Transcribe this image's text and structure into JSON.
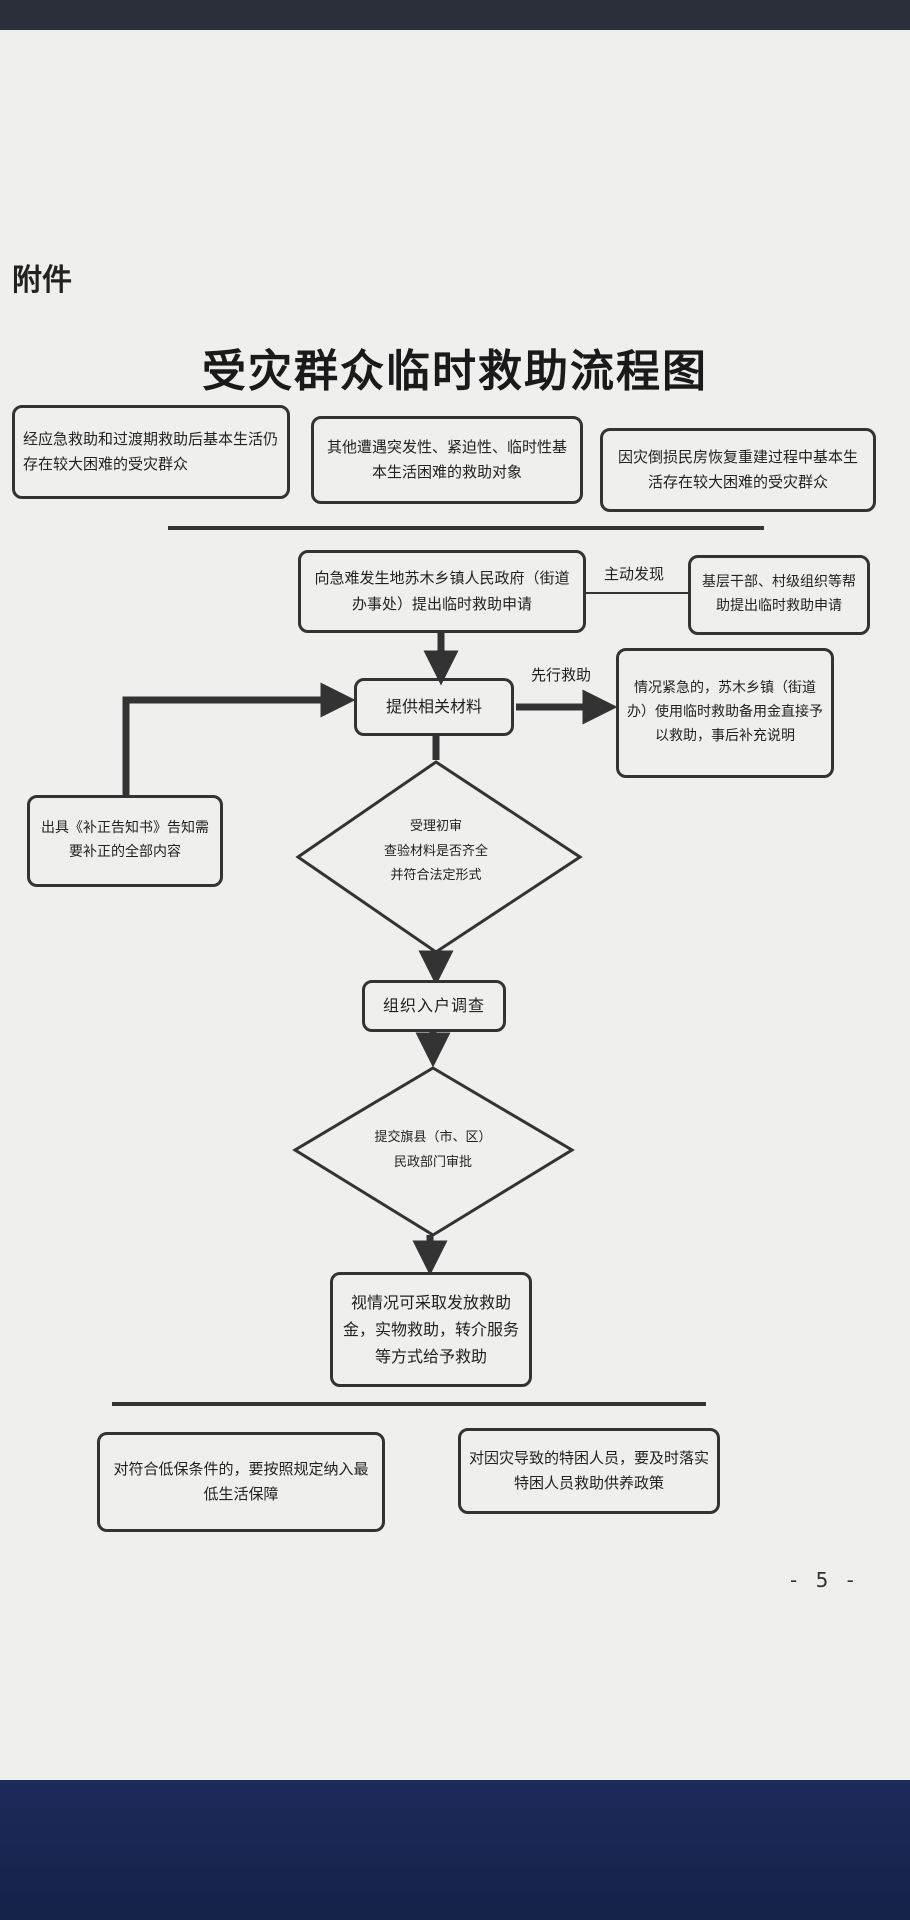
{
  "attachment_label": "附件",
  "title": "受灾群众临时救助流程图",
  "targets": [
    "经应急救助和过渡期救助后基本生活仍存在较大困难的受灾群众",
    "其他遭遇突发性、紧迫性、临时性基本生活困难的救助对象",
    "因灾倒损民房恢复重建过程中基本生活存在较大困难的受灾群众"
  ],
  "apply": "向急难发生地苏木乡镇人民政府（街道办事处）提出临时救助申请",
  "active_discovery_label": "主动发现",
  "grassroots": "基层干部、村级组织等帮助提出临时救助申请",
  "materials": "提供相关材料",
  "advance_rescue_label": "先行救助",
  "urgent": "情况紧急的，苏木乡镇（街道办）使用临时救助备用金直接予以救助，事后补充说明",
  "supplement": "出具《补正告知书》告知需要补正的全部内容",
  "review_lines": [
    "受理初审",
    "查验材料是否齐全",
    "并符合法定形式"
  ],
  "survey": "组织入户调查",
  "approval_lines": [
    "提交旗县（市、区）",
    "民政部门审批"
  ],
  "relief": "视情况可采取发放救助金，实物救助，转介服务等方式给予救助",
  "outcomes": [
    "对符合低保条件的，要按照规定纳入最低生活保障",
    "对因灾导致的特困人员，要及时落实特困人员救助供养政策"
  ],
  "page_number": "- 5 -"
}
